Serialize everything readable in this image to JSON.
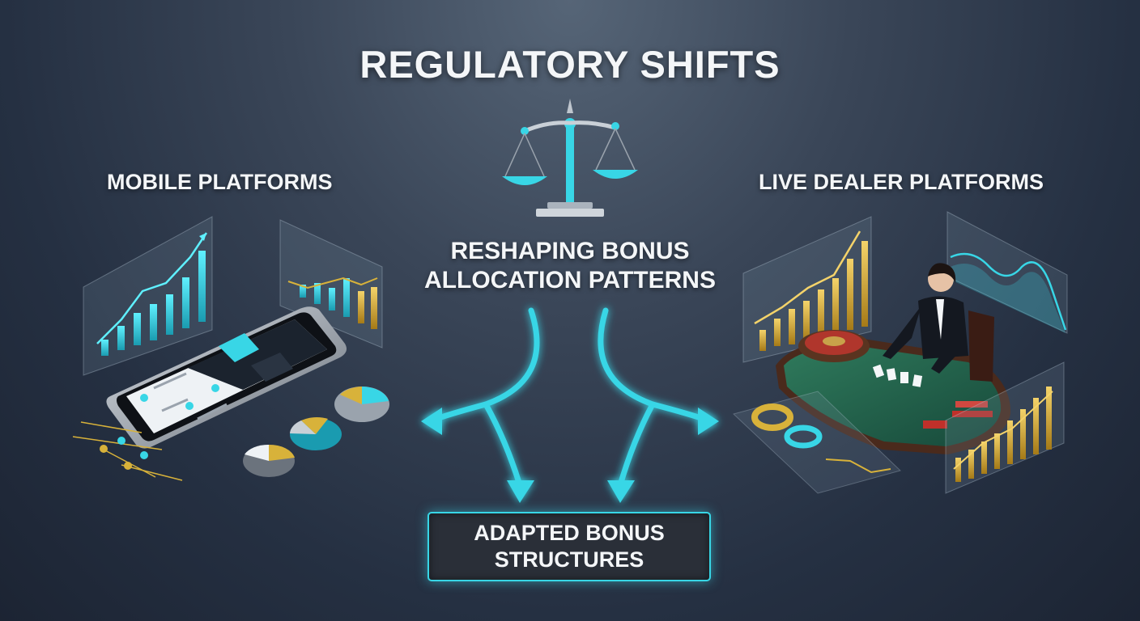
{
  "title": "REGULATORY SHIFTS",
  "left_label": "MOBILE PLATFORMS",
  "right_label": "LIVE DEALER PLATFORMS",
  "center_label_line1": "RESHAPING BONUS",
  "center_label_line2": "ALLOCATION PATTERNS",
  "result_label": "ADAPTED BONUS STRUCTURES",
  "colors": {
    "accent": "#38d6e6",
    "gold": "#d8b23a",
    "background": "#2a3446"
  },
  "icons": [
    "scale-of-justice-icon",
    "smartphone-icon",
    "roulette-table-icon",
    "arrow-icon"
  ]
}
